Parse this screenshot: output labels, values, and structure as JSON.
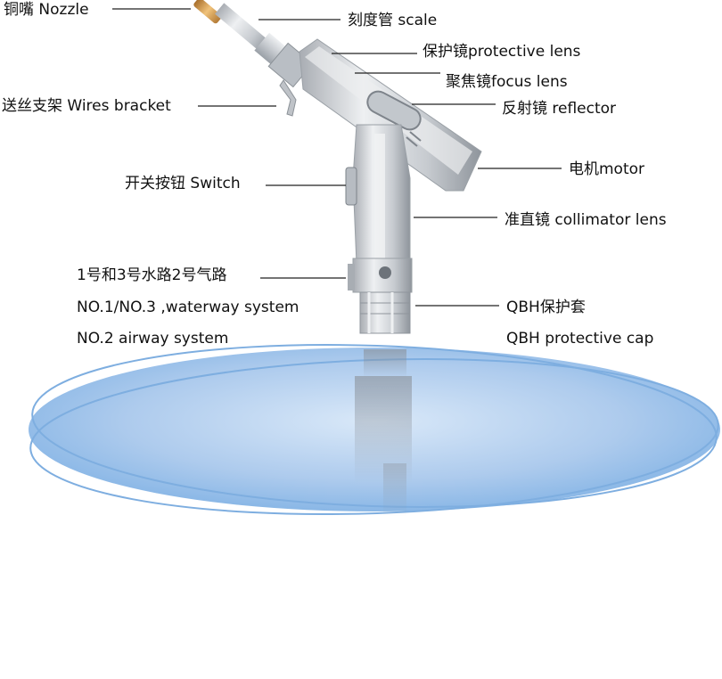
{
  "labels": {
    "nozzle": "铜嘴 Nozzle",
    "scale": "刻度管 scale",
    "protective_lens": "保护镜protective lens",
    "focus_lens": "聚焦镜focus lens",
    "wires_bracket": "送丝支架 Wires bracket",
    "reflector": "反射镜 reflector",
    "motor": "电机motor",
    "switch": "开关按钮 Switch",
    "collimator_lens": "准直镜 collimator lens",
    "waterway_cn": "1号和3号水路2号气路",
    "waterway_en": "NO.1/NO.3 ,waterway system",
    "airway_en": "NO.2 airway system",
    "qbh_cn": "QBH保护套",
    "qbh_en": "QBH protective cap"
  },
  "colors": {
    "ellipse": "#6ea3dc",
    "body": "#c9cdd2",
    "nozzle": "#c8904a"
  }
}
